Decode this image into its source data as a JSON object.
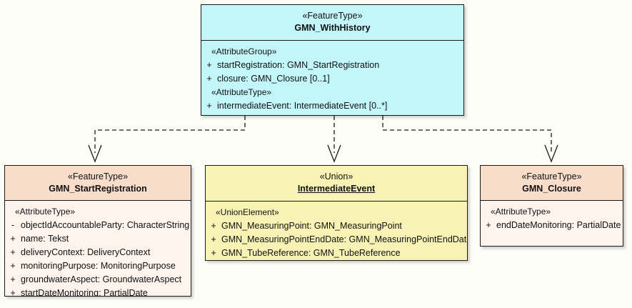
{
  "diagram": {
    "type": "uml-class-diagram",
    "background_color": "#fdfdf8",
    "connector_style": "dashed-open-arrow",
    "connector_color": "#1a1a1a"
  },
  "classes": {
    "with_history": {
      "stereotype": "«FeatureType»",
      "name": "GMN_WithHistory",
      "fill_color": "#c3f6f9",
      "compartments": [
        {
          "group": "«AttributeGroup»",
          "attributes": [
            {
              "visibility": "+",
              "text": "startRegistration: GMN_StartRegistration"
            },
            {
              "visibility": "+",
              "text": "closure: GMN_Closure [0..1]"
            }
          ]
        },
        {
          "group": "«AttributeType»",
          "attributes": [
            {
              "visibility": "+",
              "text": "intermediateEvent: IntermediateEvent [0..*]"
            }
          ]
        }
      ]
    },
    "start_registration": {
      "stereotype": "«FeatureType»",
      "name": "GMN_StartRegistration",
      "header_color": "#f9ddcb",
      "fill_color": "#fdf4ee",
      "compartments": [
        {
          "group": "«AttributeType»",
          "attributes": [
            {
              "visibility": "-",
              "text": "objectIdAccountableParty: CharacterString"
            },
            {
              "visibility": "+",
              "text": "name: Tekst"
            },
            {
              "visibility": "+",
              "text": "deliveryContext: DeliveryContext"
            },
            {
              "visibility": "+",
              "text": "monitoringPurpose: MonitoringPurpose"
            },
            {
              "visibility": "+",
              "text": "groundwaterAspect: GroundwaterAspect"
            },
            {
              "visibility": "+",
              "text": "startDateMonitoring: PartialDate"
            }
          ]
        }
      ]
    },
    "intermediate_event": {
      "stereotype": "«Union»",
      "name": "IntermediateEvent",
      "name_underlined": true,
      "fill_color": "#f8f3b4",
      "compartments": [
        {
          "group": "«UnionElement»",
          "attributes": [
            {
              "visibility": "+",
              "text": "GMN_MeasuringPoint: GMN_MeasuringPoint"
            },
            {
              "visibility": "+",
              "text": "GMN_MeasuringPointEndDate: GMN_MeasuringPointEndDate"
            },
            {
              "visibility": "+",
              "text": "GMN_TubeReference: GMN_TubeReference"
            }
          ]
        }
      ]
    },
    "closure": {
      "stereotype": "«FeatureType»",
      "name": "GMN_Closure",
      "header_color": "#f9ddcb",
      "fill_color": "#fdf4ee",
      "compartments": [
        {
          "group": "«AttributeType»",
          "attributes": [
            {
              "visibility": "+",
              "text": "endDateMonitoring: PartialDate"
            }
          ]
        }
      ]
    }
  },
  "connectors": [
    {
      "from": "with_history",
      "to": "start_registration",
      "style": "dashed",
      "arrow": "open"
    },
    {
      "from": "with_history",
      "to": "intermediate_event",
      "style": "dashed",
      "arrow": "open"
    },
    {
      "from": "with_history",
      "to": "closure",
      "style": "dashed",
      "arrow": "open"
    }
  ]
}
